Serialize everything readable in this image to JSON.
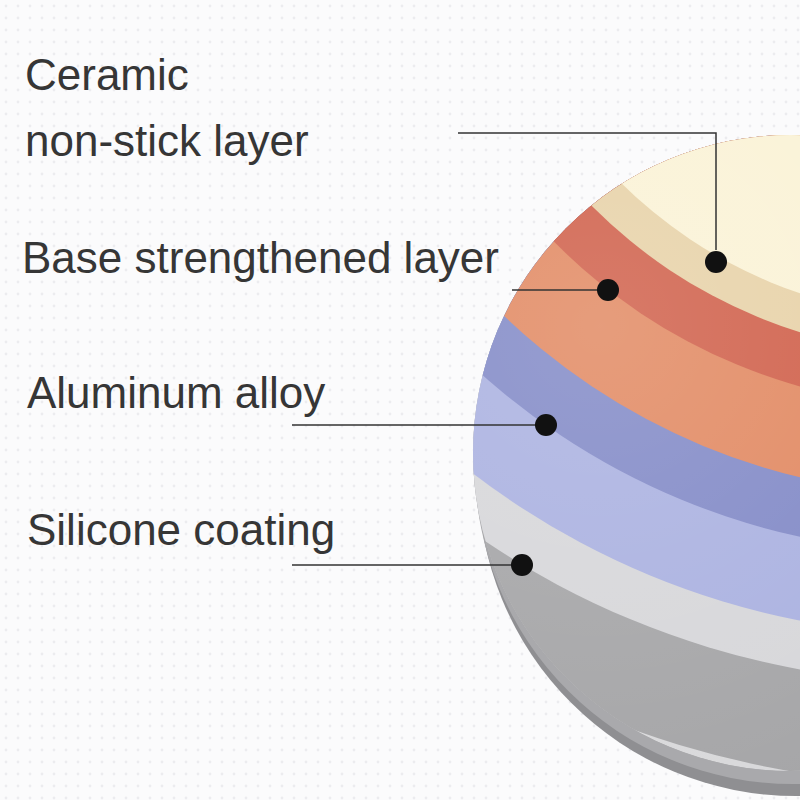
{
  "diagram": {
    "labels": [
      "Ceramic non-stick layer",
      "Base strengthened layer",
      "Aluminum alloy",
      "Silicone coating"
    ]
  }
}
